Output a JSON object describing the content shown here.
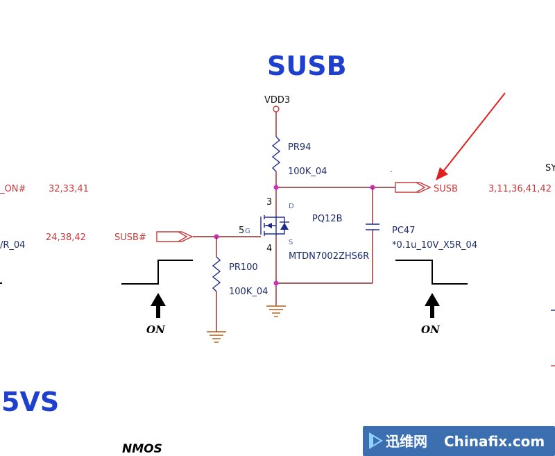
{
  "title": "SUSB",
  "bottom_title": "5VS",
  "power_rail": "VDD3",
  "resistor_top": {
    "ref": "PR94",
    "value": "100K_04"
  },
  "resistor_bottom": {
    "ref": "PR100",
    "value": "100K_04"
  },
  "transistor": {
    "ref": "PQ12B",
    "part": "MTDN7002ZHS6R",
    "gate_pin": "5",
    "gate_letter": "G",
    "drain_pin": "3",
    "drain_letter": "D",
    "source_pin": "4",
    "source_letter": "S"
  },
  "capacitor": {
    "ref": "PC47",
    "value": "*0.1u_10V_X5R_04"
  },
  "net_output": {
    "name": "SUSB",
    "pages": "3,11,36,41,42"
  },
  "net_input": {
    "name": "SUSB#",
    "pages": "24,38,42"
  },
  "left_net_1": {
    "name": "_ON#",
    "pages": "32,33,41"
  },
  "left_net_2": {
    "name": "/R_04"
  },
  "right_cut_text": "SY",
  "on_label_left": "ON",
  "on_label_right": "ON",
  "nmos_label": "NMOS",
  "watermark": {
    "cn": "迅维网",
    "en": "Chinafix.com"
  },
  "colors": {
    "title": "#1f3fcf",
    "net_red": "#c83a3a",
    "component": "#1e2a8a",
    "wire": "#8a2a2a",
    "junction": "#cf2fb8",
    "arrow": "#e02020"
  }
}
